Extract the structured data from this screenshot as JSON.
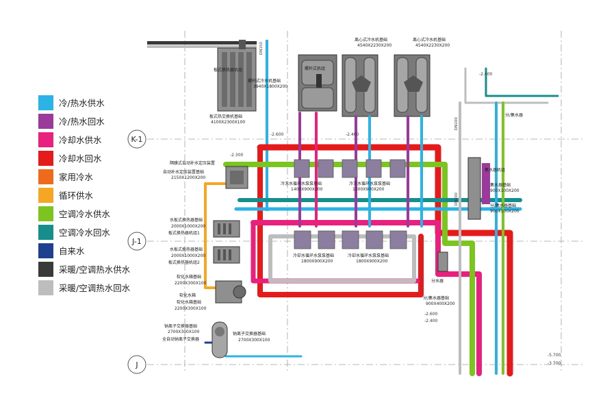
{
  "legend": [
    {
      "label": "冷/热水供水",
      "color": "#2bb3e6"
    },
    {
      "label": "冷/热水回水",
      "color": "#9b3a9c"
    },
    {
      "label": "冷却水供水",
      "color": "#e8207e"
    },
    {
      "label": "冷却水回水",
      "color": "#e51a1a"
    },
    {
      "label": "家用冷水",
      "color": "#ee6a1c"
    },
    {
      "label": "循环供水",
      "color": "#f5a623"
    },
    {
      "label": "空调冷水供水",
      "color": "#7cc520"
    },
    {
      "label": "空调冷水回水",
      "color": "#168e8e"
    },
    {
      "label": "自来水",
      "color": "#1f3f8f"
    },
    {
      "label": "采暖/空调热水供水",
      "color": "#3a3a3a"
    },
    {
      "label": "采暖/空调热水回水",
      "color": "#bdbdbd"
    }
  ],
  "grid": {
    "k1": "K-1",
    "j1": "J-1",
    "j": "J"
  },
  "labels": {
    "plate_hx_room": "板式换热器机组",
    "plate_hx_base": "板式热交换机基础",
    "plate_hx_base_dim": "4100X2300X100",
    "screw_chiller_base": "螺杆式冷水机基础",
    "screw_chiller_dim": "3940X1800X200",
    "screw_unit": "螺杆式机组",
    "centrifugal_base_1": "离心式冷水机基础",
    "centrifugal_dim_1": "4540X2230X200",
    "centrifugal_base_2": "离心式冷水机基础",
    "centrifugal_dim_2": "4540X2230X200",
    "diaphragm_device": "隔膜式自动补水定压装置",
    "auto_makeup_base": "自动补水定压装置基础",
    "auto_makeup_dim": "2150X1200X200",
    "chw_pump_base_1": "冷冻水循环水泵泵基础",
    "chw_pump_dim_1": "1400X900X200",
    "chw_pump_base_2": "冷冻水循环水泵泵基础",
    "chw_pump_dim_2": "1500X900X200",
    "water_plate_base": "水板式换热器基础",
    "water_plate_dim": "2000X1000X200",
    "plate_hx_unit_1": "板式换热器机组1",
    "water_plate_base_2": "水板式换热器基础",
    "water_plate_dim_2": "2000X1000X200",
    "plate_hx_unit_2": "板式换热器机组2",
    "soft_tank_base": "软化水箱基础",
    "soft_tank_dim": "2200X300X100",
    "soft_tank": "软化水箱",
    "soft_tank_base_2": "软化水箱基础",
    "soft_tank_dim_2": "2200X300X100",
    "sodium_base": "钠离子交换器基础",
    "sodium_dim": "2700X300X100",
    "auto_sodium": "全自动钠离子交换器",
    "sodium_base_2": "钠离子交换器基础",
    "sodium_dim_2": "2700X300X100",
    "cw_pump_base_1": "冷却水循环水泵泵基础",
    "cw_pump_dim_1": "1800X900X200",
    "cw_pump_base_2": "冷却水循环水泵泵基础",
    "cw_pump_dim_2": "1800X900X200",
    "distributor": "分水器",
    "distributor_base": "分/集水器基础",
    "distributor_dim": "900X400X200",
    "collector_room": "集水器机组",
    "collector_base": "集水器基础",
    "collector_dim": "900X100X200",
    "dist_coll_base": "分/集水器基础",
    "dist_coll_dim": "900X100X200",
    "dist_coll": "分/集水器",
    "elev_1": "-2.600",
    "elev_2": "-2.400",
    "elev_3": "-2.300",
    "elev_4": "-5.700",
    "elev_5": "-3.700",
    "dn_1": "DN100",
    "dn_2": "DN150",
    "dn_3": "DN200"
  }
}
